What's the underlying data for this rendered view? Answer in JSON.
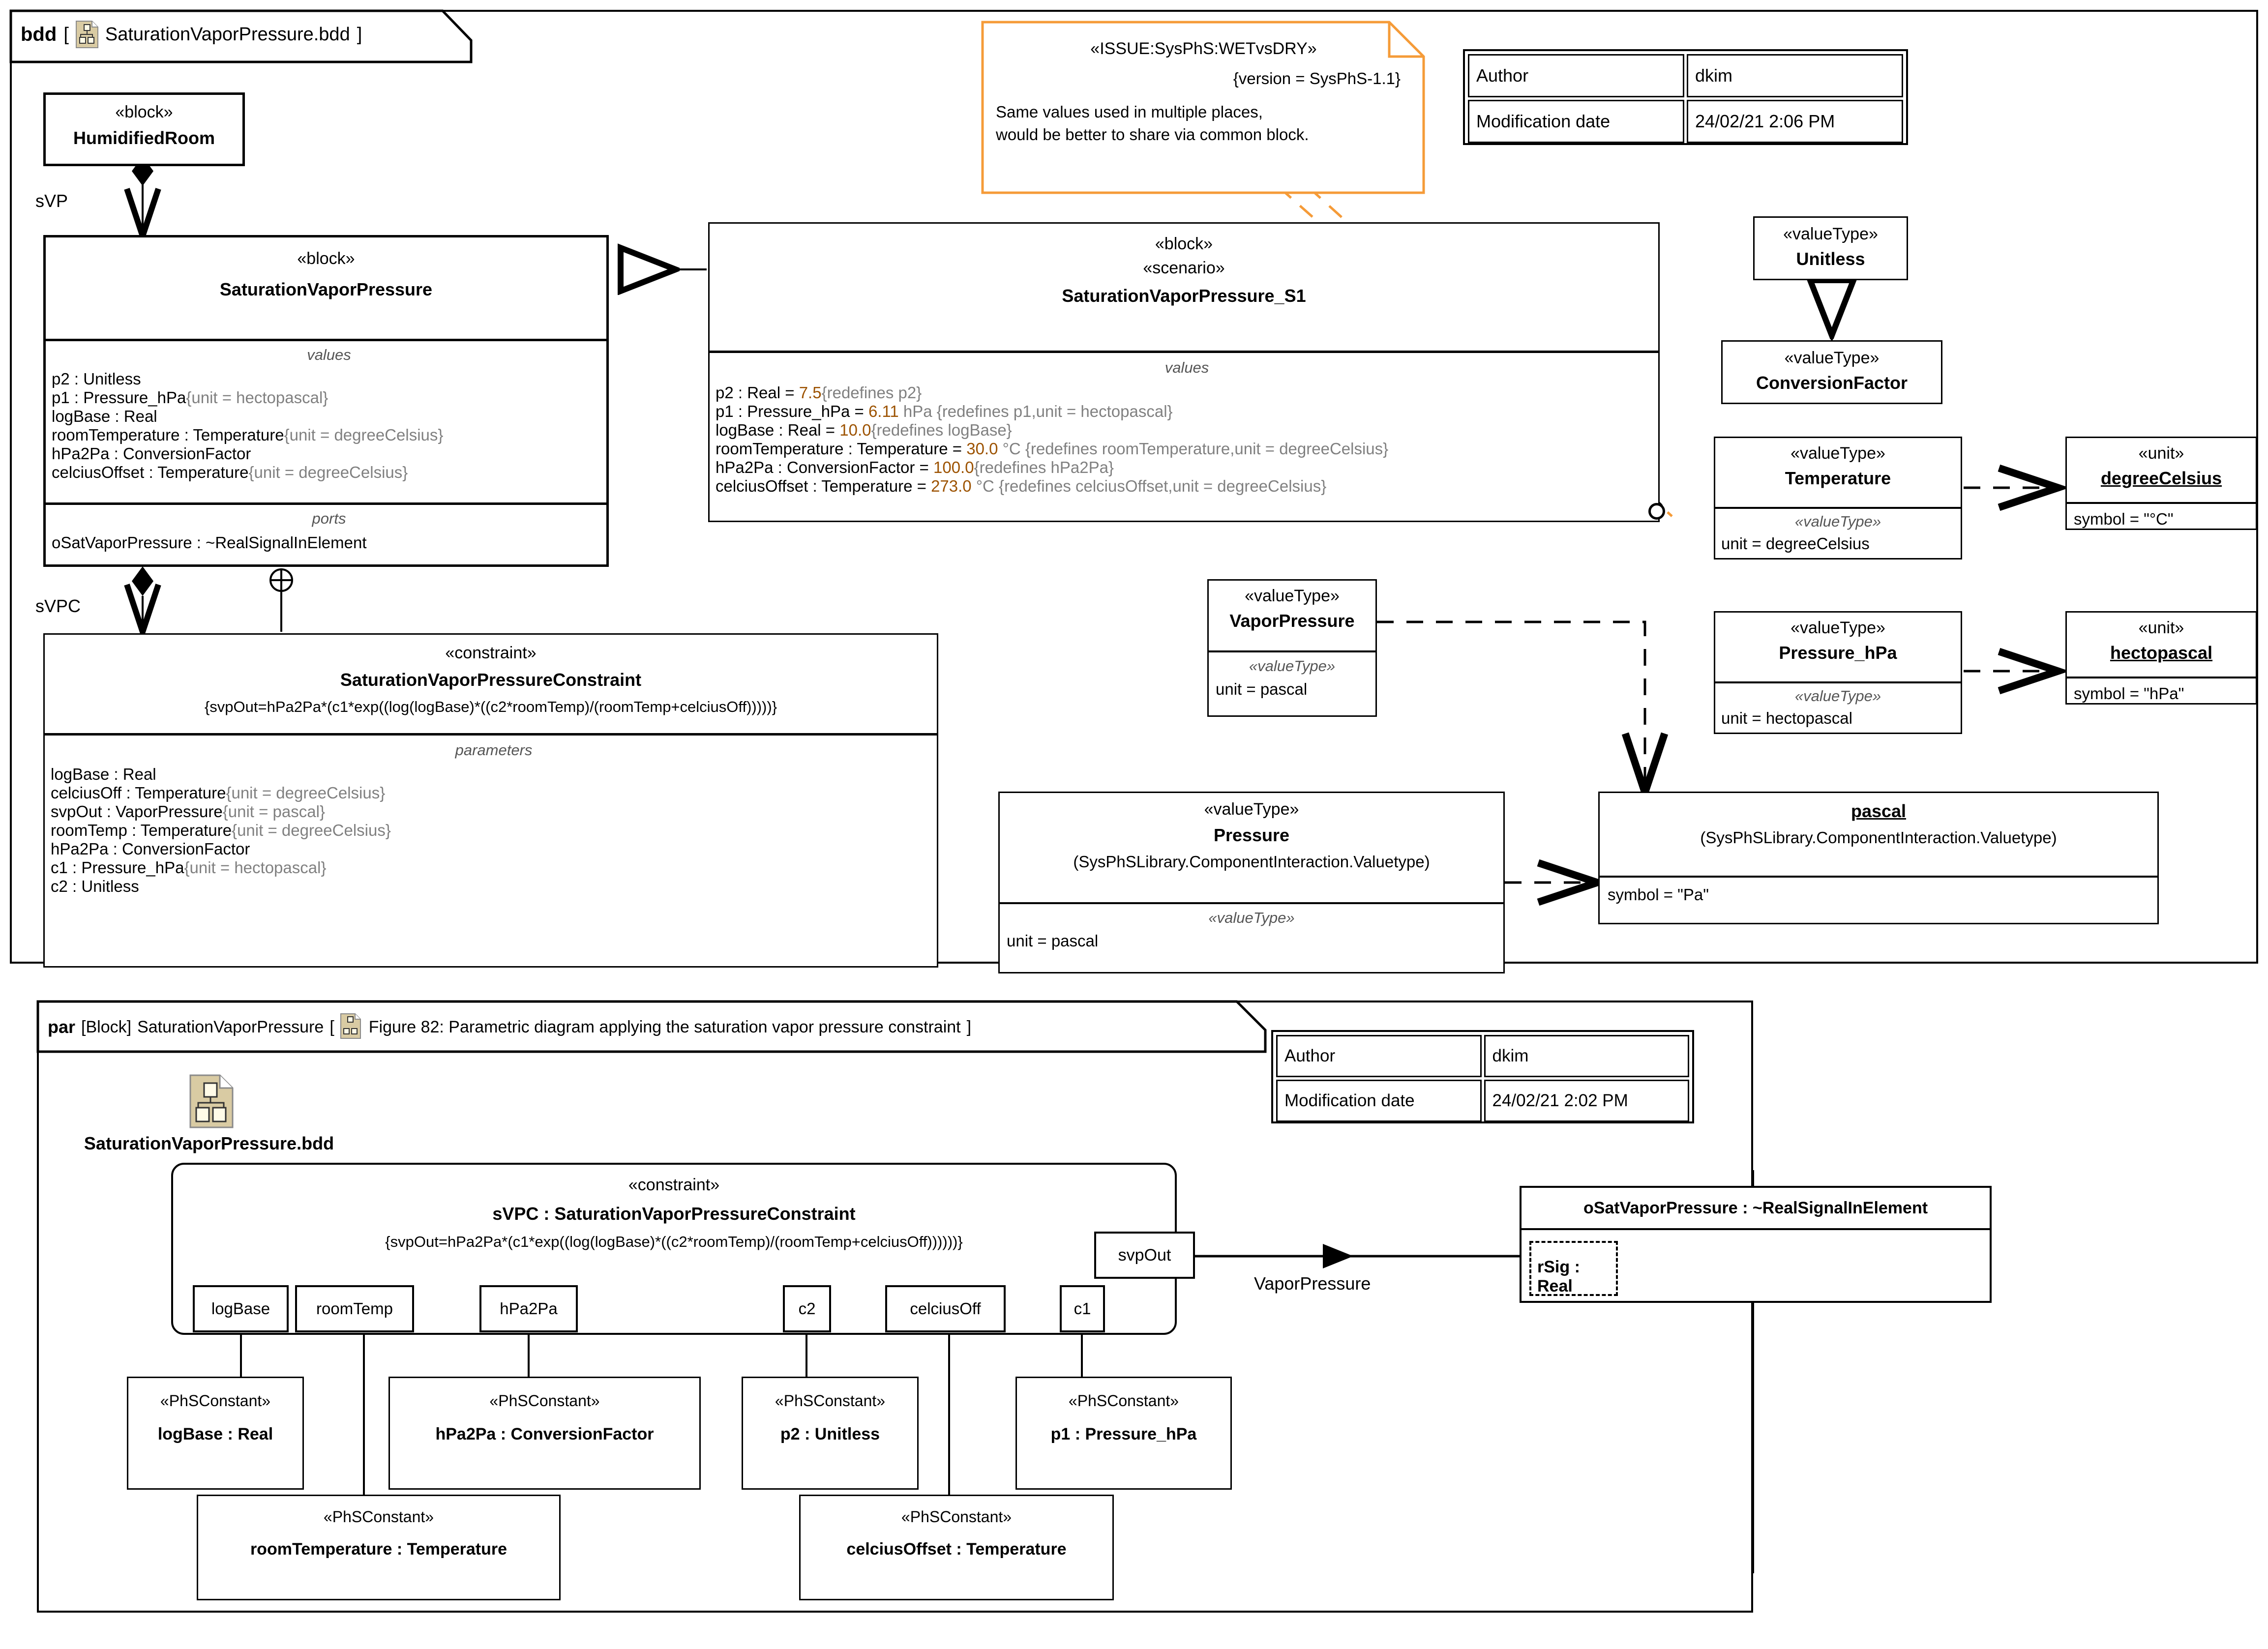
{
  "bdd_frame": {
    "kind": "bdd",
    "icon": "bdd-diagram-icon",
    "name": "SaturationVaporPressure.bdd",
    "open_bracket": "[",
    "close_bracket": "]"
  },
  "metadata_table_top": {
    "rows": [
      {
        "label": "Author",
        "value": "dkim"
      },
      {
        "label": "Modification date",
        "value": "24/02/21 2:06 PM"
      }
    ]
  },
  "metadata_table_bottom": {
    "rows": [
      {
        "label": "Author",
        "value": "dkim"
      },
      {
        "label": "Modification date",
        "value": "24/02/21 2:02 PM"
      }
    ]
  },
  "issue_note": {
    "stereotype": "«ISSUE:SysPhS:WETvsDRY»",
    "tag": "{version = SysPhS-1.1}",
    "line1": "Same values used in multiple places,",
    "line2": "would be better to share via common block.",
    "border_color": "#F59B38"
  },
  "humidified_room": {
    "stereotype": "«block»",
    "name": "HumidifiedRoom"
  },
  "assoc_labels": {
    "sVP": "sVP",
    "sVPC": "sVPC",
    "vapor_pressure": "VaporPressure"
  },
  "saturation_vapor_pressure": {
    "stereotype": "«block»",
    "name": "SaturationVaporPressure",
    "values_title": "values",
    "values": [
      {
        "text": "p2 : Unitless",
        "suffix": ""
      },
      {
        "text": "p1 : Pressure_hPa",
        "suffix": "{unit = hectopascal}"
      },
      {
        "text": "logBase : Real",
        "suffix": ""
      },
      {
        "text": "roomTemperature : Temperature",
        "suffix": "{unit = degreeCelsius}"
      },
      {
        "text": "hPa2Pa : ConversionFactor",
        "suffix": ""
      },
      {
        "text": "celciusOffset : Temperature",
        "suffix": "{unit = degreeCelsius}"
      }
    ],
    "ports_title": "ports",
    "ports": [
      {
        "text": "oSatVaporPressure : ~RealSignalInElement"
      }
    ]
  },
  "scenario_block": {
    "stereotype1": "«block»",
    "stereotype2": "«scenario»",
    "name": "SaturationVaporPressure_S1",
    "values_title": "values",
    "values": [
      {
        "pre": "p2 : Real = ",
        "val": "7.5",
        "mid": "",
        "post": "{redefines p2}"
      },
      {
        "pre": "p1 : Pressure_hPa = ",
        "val": "6.11",
        "mid": " hPa",
        "post": " {redefines p1,unit = hectopascal}"
      },
      {
        "pre": "logBase : Real = ",
        "val": "10.0",
        "mid": "",
        "post": "{redefines logBase}"
      },
      {
        "pre": "roomTemperature : Temperature = ",
        "val": "30.0",
        "mid": " °C",
        "post": " {redefines roomTemperature,unit = degreeCelsius}"
      },
      {
        "pre": "hPa2Pa : ConversionFactor = ",
        "val": "100.0",
        "mid": "",
        "post": "{redefines hPa2Pa}"
      },
      {
        "pre": "celciusOffset : Temperature = ",
        "val": "273.0",
        "mid": " °C",
        "post": " {redefines celciusOffset,unit = degreeCelsius}"
      }
    ]
  },
  "constraint_block": {
    "stereotype": "«constraint»",
    "name": "SaturationVaporPressureConstraint",
    "expression": "{svpOut=hPa2Pa*(c1*exp((log(logBase)*((c2*roomTemp)/(roomTemp+celciusOff)))))}",
    "params_title": "parameters",
    "params": [
      {
        "text": "logBase : Real",
        "suffix": ""
      },
      {
        "text": "celciusOff : Temperature",
        "suffix": "{unit = degreeCelsius}"
      },
      {
        "text": "svpOut : VaporPressure",
        "suffix": "{unit = pascal}"
      },
      {
        "text": "roomTemp : Temperature",
        "suffix": "{unit = degreeCelsius}"
      },
      {
        "text": "hPa2Pa : ConversionFactor",
        "suffix": ""
      },
      {
        "text": "c1 : Pressure_hPa",
        "suffix": "{unit = hectopascal}"
      },
      {
        "text": "c2 : Unitless",
        "suffix": ""
      }
    ]
  },
  "value_types": {
    "unitless": {
      "stereotype": "«valueType»",
      "name": "Unitless"
    },
    "conversion_factor": {
      "stereotype": "«valueType»",
      "name": "ConversionFactor"
    },
    "temperature": {
      "stereotype": "«valueType»",
      "name": "Temperature",
      "compart_label": "«valueType»",
      "unit": "unit = degreeCelsius"
    },
    "pressure_hpa": {
      "stereotype": "«valueType»",
      "name": "Pressure_hPa",
      "compart_label": "«valueType»",
      "unit": "unit = hectopascal"
    },
    "vapor_pressure": {
      "stereotype": "«valueType»",
      "name": "VaporPressure",
      "compart_label": "«valueType»",
      "unit": "unit = pascal"
    },
    "pressure": {
      "stereotype": "«valueType»",
      "name": "Pressure",
      "qualified": "(SysPhSLibrary.ComponentInteraction.Valuetype)",
      "compart_label": "«valueType»",
      "unit": "unit = pascal"
    }
  },
  "units": {
    "degree_celsius": {
      "stereotype": "«unit»",
      "name": "degreeCelsius",
      "symbol": "symbol = \"°C\""
    },
    "hectopascal": {
      "stereotype": "«unit»",
      "name": "hectopascal",
      "symbol": "symbol = \"hPa\""
    },
    "pascal": {
      "name": "pascal",
      "qualified": "(SysPhSLibrary.ComponentInteraction.Valuetype)",
      "symbol": "symbol = \"Pa\""
    }
  },
  "par_frame": {
    "kind": "par",
    "block_tag": "[Block]",
    "block_name": "SaturationVaporPressure",
    "open_bracket": "[",
    "icon": "bdd-diagram-icon",
    "caption": "Figure 82: Parametric diagram applying the saturation vapor pressure constraint",
    "close_bracket": "]",
    "ref_icon": "bdd-diagram-icon",
    "ref_label": "SaturationVaporPressure.bdd"
  },
  "par_constraint": {
    "stereotype": "«constraint»",
    "name": "sVPC : SaturationVaporPressureConstraint",
    "expression": "{svpOut=hPa2Pa*(c1*exp((log(logBase)*((c2*roomTemp)/(roomTemp+celciusOff))))))}",
    "out_port": "svpOut",
    "in_ports": [
      "logBase",
      "roomTemp",
      "hPa2Pa",
      "c2",
      "celciusOff",
      "c1"
    ]
  },
  "par_target": {
    "title": "oSatVaporPressure : ~RealSignalInElement",
    "inner": "rSig : Real"
  },
  "phs_constants": [
    {
      "stereotype": "«PhSConstant»",
      "name": "logBase : Real"
    },
    {
      "stereotype": "«PhSConstant»",
      "name": "hPa2Pa : ConversionFactor"
    },
    {
      "stereotype": "«PhSConstant»",
      "name": "p2 : Unitless"
    },
    {
      "stereotype": "«PhSConstant»",
      "name": "p1 : Pressure_hPa"
    },
    {
      "stereotype": "«PhSConstant»",
      "name": "roomTemperature : Temperature"
    },
    {
      "stereotype": "«PhSConstant»",
      "name": "celciusOffset : Temperature"
    }
  ]
}
